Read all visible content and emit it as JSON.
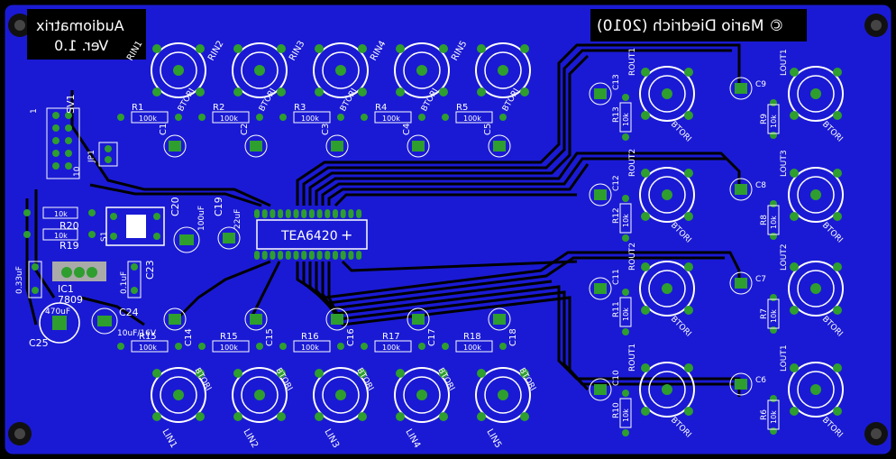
{
  "board": {
    "title": "Audiomatrix",
    "version": "Ver. 1.0",
    "author": "© Mario Diedrich (2010)",
    "chip": "TEA6420",
    "regulator": "7809",
    "colors": {
      "board": "#1a1ad4",
      "copper": "#000000",
      "pad": "#2e9e2e",
      "silk": "#ffffff",
      "outline": "#000000"
    }
  },
  "inputs": [
    {
      "jack": "RIN1",
      "resistor": "R1",
      "cap": "C1",
      "value": "100k",
      "bot": "LIN1",
      "rb": "R15",
      "cb": "C14"
    },
    {
      "jack": "RIN2",
      "resistor": "R2",
      "cap": "C2",
      "value": "100k",
      "bot": "LIN2",
      "rb": "R15",
      "cb": "C15"
    },
    {
      "jack": "RIN3",
      "resistor": "R3",
      "cap": "C3",
      "value": "100k",
      "bot": "LIN3",
      "rb": "R16",
      "cb": "C16"
    },
    {
      "jack": "RIN4",
      "resistor": "R4",
      "cap": "C4",
      "value": "100k",
      "bot": "LIN4",
      "rb": "R17",
      "cb": "C17"
    },
    {
      "jack": "RIN5",
      "resistor": "R5",
      "cap": "C5",
      "value": "100k",
      "bot": "LIN5",
      "rb": "R18",
      "cb": "C18"
    }
  ],
  "outputs": [
    {
      "left": "ROUT1",
      "leftR": "R13",
      "leftC": "C13",
      "right": "LOUT1",
      "rightR": "R9",
      "rightC": "C9"
    },
    {
      "left": "ROUT2",
      "leftR": "R12",
      "leftC": "C12",
      "right": "LOUT3",
      "rightR": "R8",
      "rightC": "C8"
    },
    {
      "left": "ROUT2",
      "leftR": "R11",
      "leftC": "C11",
      "right": "LOUT2",
      "rightR": "R7",
      "rightC": "C7"
    },
    {
      "left": "ROUT1",
      "leftR": "R10",
      "leftC": "C10",
      "right": "LOUT1",
      "rightR": "R6",
      "rightC": "C6"
    }
  ],
  "jack_label": "BTORI",
  "out_res_value": "10k",
  "misc": {
    "sv1": "SV1",
    "jp1": "JP1",
    "s1": "S1",
    "r19": "R19",
    "r20": "R20",
    "r19v": "10k",
    "r20v": "10k",
    "c19": "C19",
    "c19v": "22uF",
    "c20": "C20",
    "c20v": "100uF",
    "c21v": "0.33uF",
    "c23": "C23",
    "c23v": "0.1uF",
    "c24": "C24",
    "c24v": "10uF/16V",
    "c25": "C25",
    "c25v": "470uF",
    "ic1": "IC1",
    "pin1": "1",
    "pin10": "10"
  }
}
